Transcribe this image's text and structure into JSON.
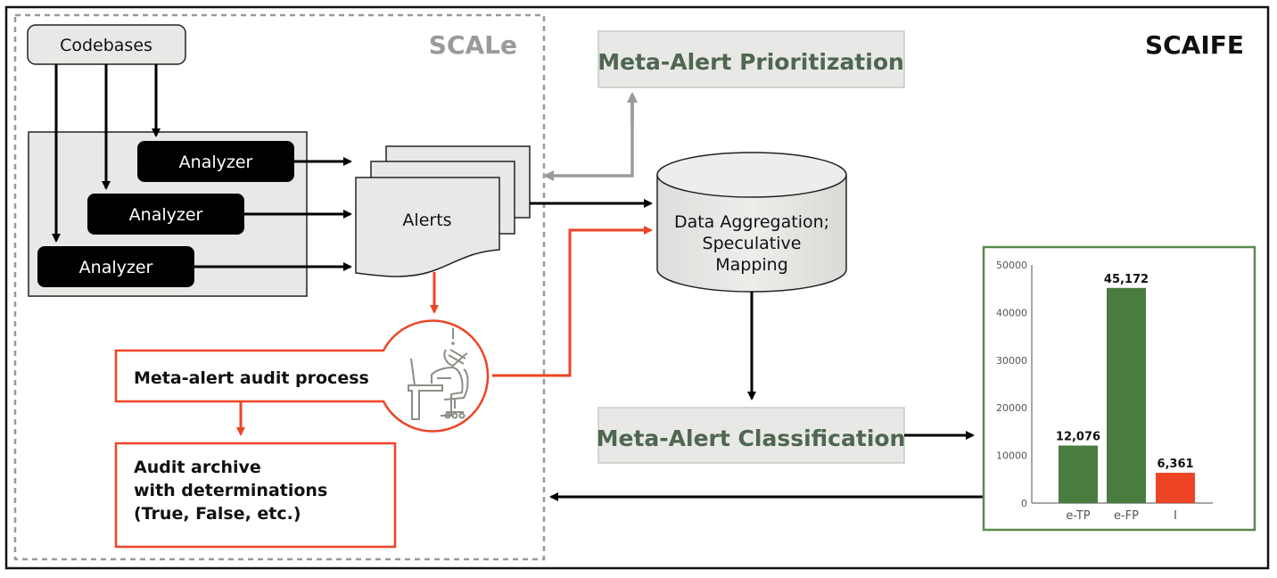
{
  "labels": {
    "scale": "SCALe",
    "scaife": "SCAIFE",
    "codebases": "Codebases",
    "analyzer_1": "Analyzer",
    "analyzer_2": "Analyzer",
    "analyzer_3": "Analyzer",
    "alerts": "Alerts",
    "prioritization": "Meta-Alert Prioritization",
    "data_aggregation": [
      "Data Aggregation;",
      "Speculative",
      "Mapping"
    ],
    "audit_process": "Meta-alert audit process",
    "audit_archive": [
      "Audit archive",
      "with determinations",
      "(True, False, etc.)"
    ],
    "classification": "Meta-Alert Classification"
  },
  "colors": {
    "red": "#ee4426",
    "green_bar": "#4a7c3f",
    "green_text": "#4f6650",
    "green_border": "#5a8a4e",
    "box_fill": "#e8e9e6",
    "gray_arrow": "#9a9b9d",
    "scale_text": "#9a9a9a",
    "icon_gray": "#8a8f85"
  },
  "chart_data": {
    "type": "bar",
    "categories": [
      "e-TP",
      "e-FP",
      "I"
    ],
    "values": [
      12076,
      45172,
      6361
    ],
    "data_labels": [
      "12,076",
      "45,172",
      "6,361"
    ],
    "bar_colors": [
      "#4a7c3f",
      "#4a7c3f",
      "#ee4426"
    ],
    "title": "",
    "xlabel": "",
    "ylabel": "",
    "ylim": [
      0,
      50000
    ],
    "yticks": [
      0,
      10000,
      20000,
      30000,
      40000,
      50000
    ],
    "ytick_labels": [
      "0",
      "10000",
      "20000",
      "30000",
      "40000",
      "50000"
    ],
    "grid": false,
    "legend": "none"
  }
}
